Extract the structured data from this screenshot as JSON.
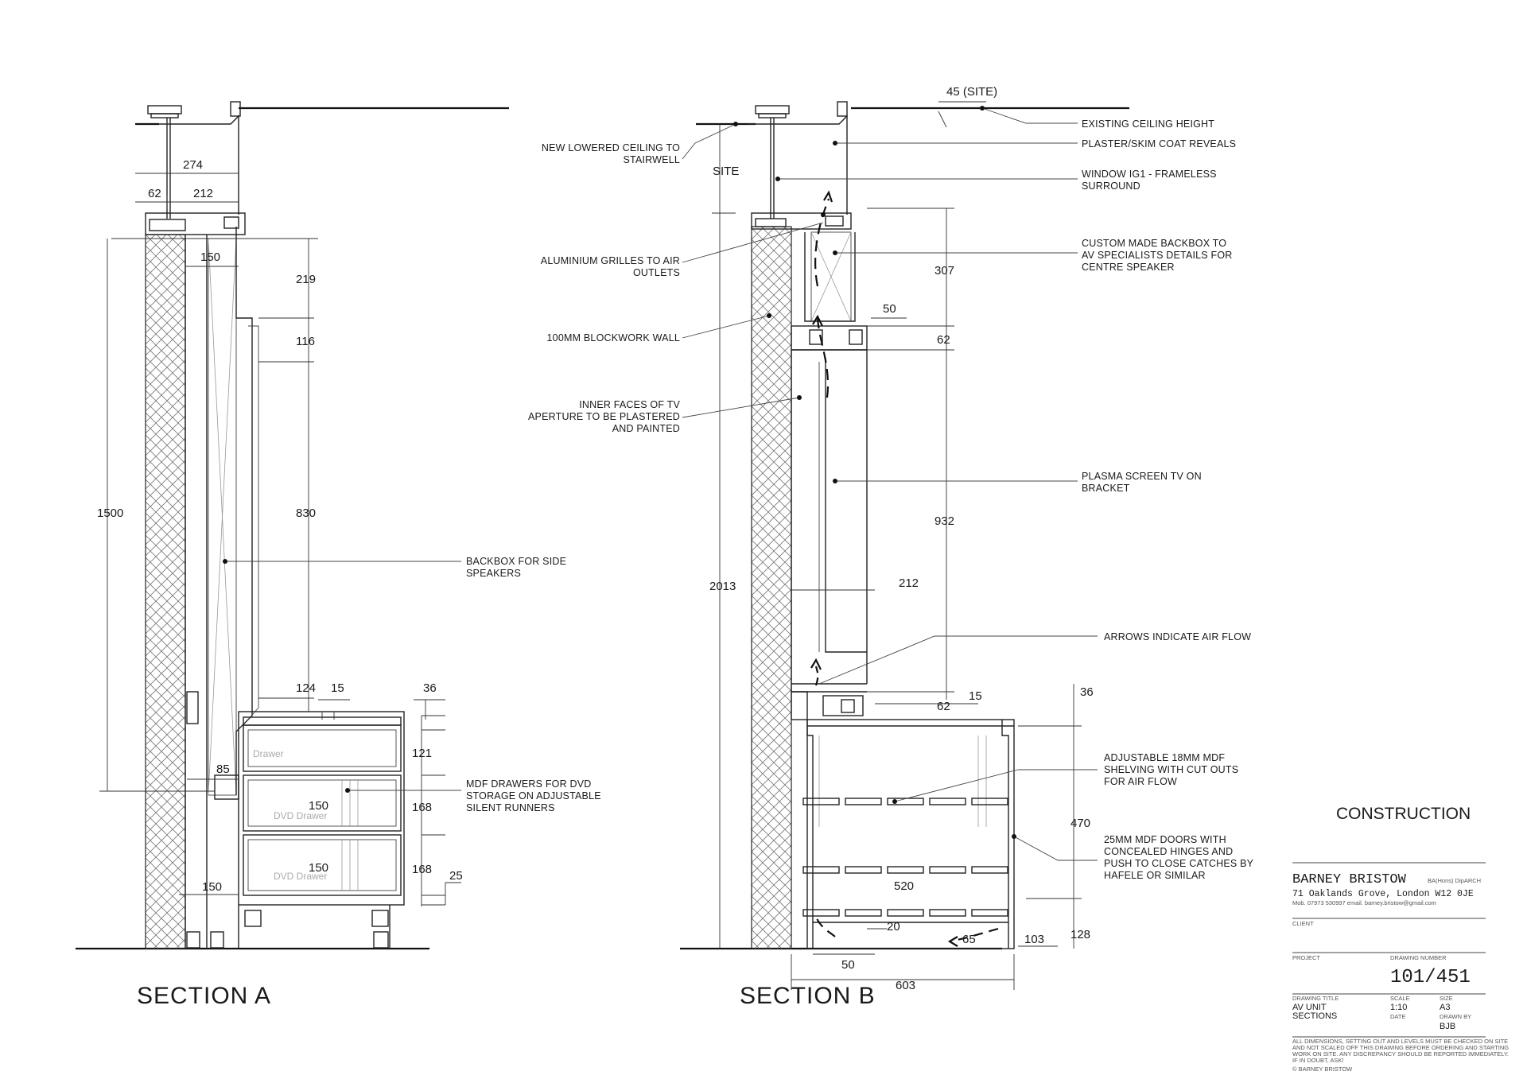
{
  "section_a": {
    "title": "SECTION A",
    "dims": {
      "d274": "274",
      "d62": "62",
      "d212": "212",
      "d150top": "150",
      "d219": "219",
      "d116": "116",
      "d830": "830",
      "d1500": "1500",
      "d124": "124",
      "d15": "15",
      "d36": "36",
      "d85": "85",
      "d121": "121",
      "d168a": "168",
      "d168b": "168",
      "d25": "25",
      "d150a": "150",
      "d150b": "150",
      "d150bottom": "150"
    },
    "labels": {
      "backbox": [
        "BACKBOX FOR SIDE",
        "SPEAKERS"
      ],
      "drawers": [
        "MDF DRAWERS FOR DVD",
        "STORAGE ON ADJUSTABLE",
        "SILENT RUNNERS"
      ]
    },
    "drawer_labels": [
      "Drawer",
      "DVD Drawer",
      "DVD Drawer"
    ]
  },
  "section_b": {
    "title": "SECTION B",
    "dims": {
      "d45": "45 (SITE)",
      "site": "SITE",
      "d307": "307",
      "d50top": "50",
      "d62a": "62",
      "d932": "932",
      "d212": "212",
      "d2013": "2013",
      "d62b": "62",
      "d15": "15",
      "d36": "36",
      "d470": "470",
      "d520": "520",
      "d20": "20",
      "d65": "65",
      "d103": "103",
      "d128": "128",
      "d50bottom": "50",
      "d603": "603"
    },
    "left_labels": {
      "ceiling": [
        "NEW LOWERED CEILING TO",
        "STAIRWELL"
      ],
      "grilles": [
        "ALUMINIUM GRILLES TO AIR",
        "OUTLETS"
      ],
      "wall": [
        "100MM BLOCKWORK WALL"
      ],
      "faces": [
        "INNER FACES OF TV",
        "APERTURE TO BE PLASTERED",
        "AND PAINTED"
      ]
    },
    "right_labels": {
      "existing": [
        "EXISTING CEILING HEIGHT"
      ],
      "plaster": [
        "PLASTER/SKIM COAT REVEALS"
      ],
      "window": [
        "WINDOW IG1 - FRAMELESS",
        "SURROUND"
      ],
      "backbox": [
        "CUSTOM MADE BACKBOX TO",
        "AV SPECIALISTS DETAILS FOR",
        "CENTRE SPEAKER"
      ],
      "plasma": [
        "PLASMA SCREEN TV ON",
        "BRACKET"
      ],
      "arrows": [
        "ARROWS INDICATE AIR FLOW"
      ],
      "shelving": [
        "ADJUSTABLE 18MM MDF",
        "SHELVING WITH CUT OUTS",
        "FOR AIR FLOW"
      ],
      "doors": [
        "25MM MDF DOORS WITH",
        "CONCEALED HINGES AND",
        "PUSH TO CLOSE CATCHES BY",
        "HAFELE OR SIMILAR"
      ]
    }
  },
  "title_block": {
    "status": "CONSTRUCTION",
    "firm": "BARNEY BRISTOW",
    "qualifications": "BA(Hons) DipARCH",
    "address": "71 Oaklands Grove, London W12 0JE",
    "contact": "Mob. 07973 530997   email. barney.bristow@gmail.com",
    "client_label": "CLIENT",
    "project_label": "PROJECT",
    "drawing_number_label": "DRAWING NUMBER",
    "drawing_number": "101/451",
    "drawing_title_label": "DRAWING TITLE",
    "drawing_title": [
      "AV UNIT",
      "SECTIONS"
    ],
    "scale_label": "SCALE",
    "scale": "1:10",
    "size_label": "SIZE",
    "size": "A3",
    "date_label": "DATE",
    "drawn_by_label": "DRAWN BY",
    "drawn_by": "BJB",
    "disclaimer": [
      "ALL DIMENSIONS, SETTING OUT AND LEVELS MUST BE CHECKED ON SITE",
      "AND NOT SCALED OFF THIS DRAWING BEFORE ORDERING AND STARTING",
      "WORK ON SITE. ANY DISCREPANCY SHOULD BE REPORTED IMMEDIATELY.",
      "IF IN DOUBT, ASK!"
    ],
    "copyright": "© BARNEY BRISTOW"
  }
}
